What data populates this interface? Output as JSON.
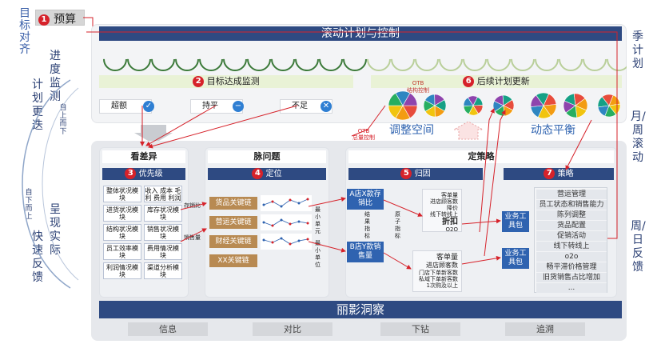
{
  "left_labels": {
    "goal_align": "目标对齐",
    "progress_monitor": "进度监测",
    "plan_update": "计划更迭",
    "top_down_1": "自上而下",
    "bottom_up": "自下而上",
    "present_real": "呈现实际",
    "quick_feedback": "快速反馈"
  },
  "right_labels": {
    "season_plan": "季计划",
    "month_week": "月/周滚动",
    "week_day": "周/日反馈"
  },
  "budget": {
    "num": "1",
    "label": "预算"
  },
  "rolling_title": "滚动计划与控制",
  "sections": {
    "goal_monitor": {
      "num": "2",
      "label": "目标达成监测"
    },
    "follow_update": {
      "num": "6",
      "label": "后续计划更新"
    }
  },
  "status": {
    "exceed": "超额",
    "flat": "持平",
    "short": "不足"
  },
  "otb_top": "OTB",
  "otb_structure": "结构控制",
  "otb_left": "OTB",
  "otb_total": "总量控制",
  "adjust_space": "调整空间",
  "dynamic_balance": "动态平衡",
  "columns": {
    "diff": {
      "title": "看差异",
      "num": "3",
      "sub": "优先级"
    },
    "problem": {
      "title": "脉问题",
      "num": "4",
      "sub": "定位"
    },
    "strategy_title": "定策略",
    "cause": {
      "num": "5",
      "sub": "归因"
    },
    "policy": {
      "num": "7",
      "sub": "策略"
    }
  },
  "diff_cells": [
    "整体状况模块",
    "收入 成本 毛利 费用 利润",
    "进货状况模块",
    "库存状况模块",
    "结构状况模块",
    "销售状况模块",
    "员工效率模块",
    "费用情况模块",
    "利润情况模块",
    "渠道分析模块"
  ],
  "arrows": {
    "inventory_ratio": "存销比",
    "sales_volume": "销售量"
  },
  "chains": [
    "货品关键链",
    "营运关键链",
    "财经关键链",
    "XX关键链"
  ],
  "min_unit_1": "最小单元",
  "min_unit_2": "最小单位",
  "cause": {
    "store_a": "A店X款存销比",
    "store_b": "B店Y款销售量",
    "result_indicator": "结果指标",
    "atomic_indicator": "原子指标",
    "info1": [
      "客单量",
      "进店顾客数",
      "降价",
      "线下转线上"
    ],
    "info1_bold": "折扣",
    "info1_last": "O2O",
    "info2_title": "客单量",
    "info2_sub": "进店顾客数",
    "info2_rest": [
      "门店下单新客数",
      "私域下单新客数",
      "1次购及以上"
    ]
  },
  "toolkit": [
    "业务工具包",
    "业务工具包"
  ],
  "strategies": [
    "营运管理",
    "员工状态和销售能力",
    "陈列调整",
    "货品配置",
    "促销活动",
    "线下转线上",
    "o2o",
    "畅平滞价格管理",
    "旧货销售占比增加",
    "..."
  ],
  "liying": "丽影洞察",
  "bottom_tabs": [
    "信息",
    "对比",
    "下钻",
    "追溯"
  ],
  "colors": {
    "navy": "#2e4a82",
    "red": "#d6222a",
    "green_section": "#e9f2d6",
    "gold_chain": "#b88a52",
    "blue_box": "#2f63b0"
  }
}
